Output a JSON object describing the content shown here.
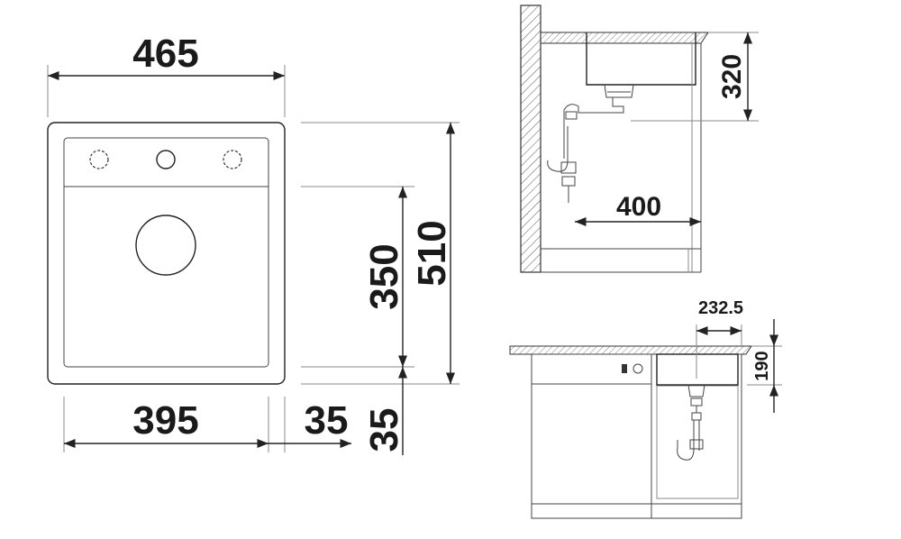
{
  "top_view": {
    "overall_width": "465",
    "bowl_width": "395",
    "side_rim": "35",
    "bowl_length": "350",
    "overall_length": "510",
    "bottom_rim": "35"
  },
  "side_view": {
    "bowl_depth": "320",
    "drain_offset": "400"
  },
  "front_view": {
    "drain_center": "232.5",
    "cabinet_depth": "190"
  },
  "colors": {
    "line": "#222222",
    "hatch": "#555555",
    "fill_light": "#f2f2f2"
  }
}
